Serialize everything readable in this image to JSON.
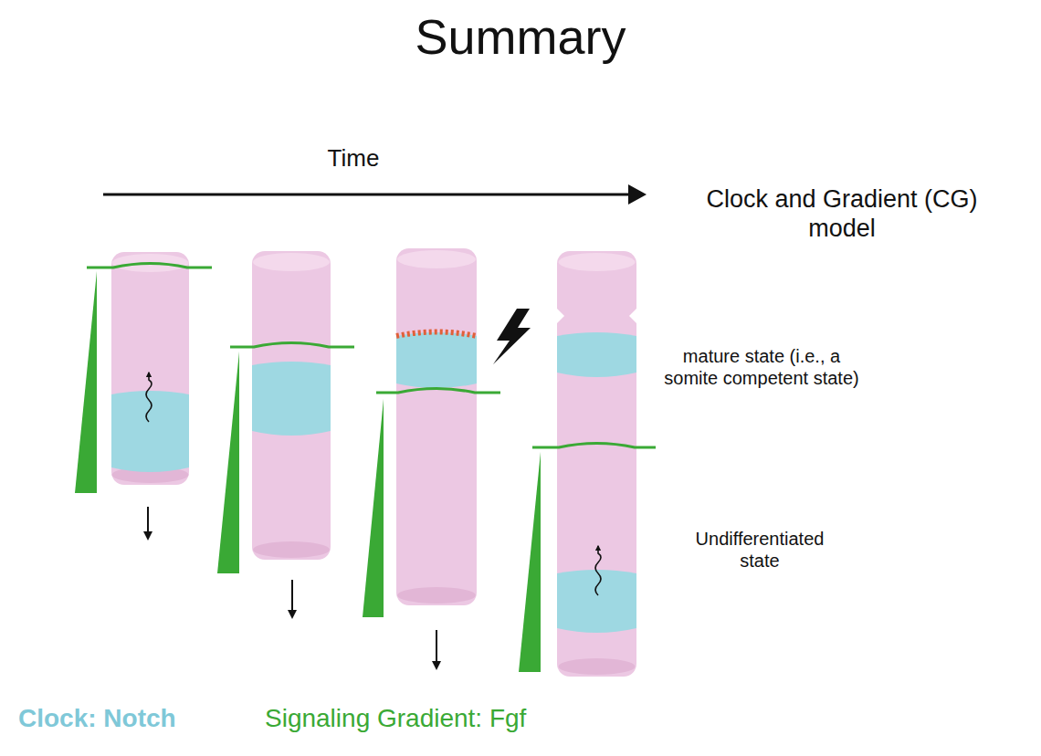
{
  "diagram": {
    "title": "Summary",
    "labels": [
      "Time",
      "Clock and Gradient (CG) model",
      "mature state (i.e., a somite competent state)",
      "Undifferentiated state",
      "Clock: Notch",
      "Signaling Gradient: Fgf"
    ]
  }
}
